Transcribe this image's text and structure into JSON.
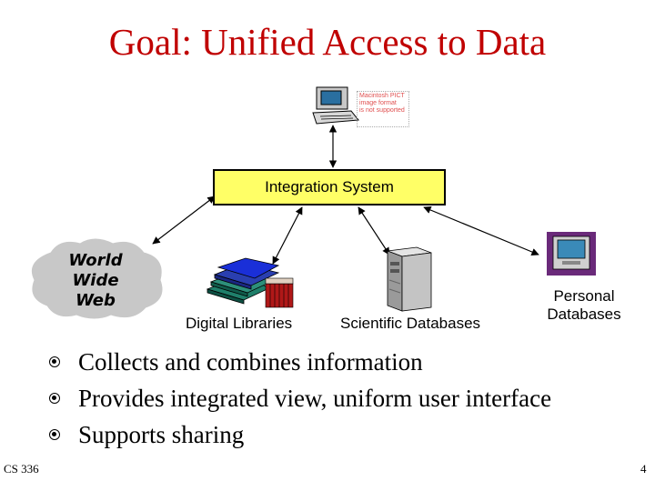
{
  "slide": {
    "title": "Goal: Unified Access to Data",
    "footer_left": "CS 336",
    "page_number": "4"
  },
  "diagram": {
    "center_node": "Integration System",
    "terminal_note": [
      "Macintosh PICT",
      "image format",
      "is not supported"
    ],
    "sources": {
      "www": [
        "World",
        "Wide",
        "Web"
      ],
      "digital_libraries": "Digital Libraries",
      "scientific_databases": "Scientific Databases",
      "personal_databases": [
        "Personal",
        "Databases"
      ]
    }
  },
  "bullets": [
    "Collects and combines information",
    "Provides integrated view, uniform user interface",
    "Supports sharing"
  ],
  "colors": {
    "title": "#c00000",
    "integration_box": "#ffff66",
    "cloud": "#c8c8c8",
    "monitor_frame": "#6a2a7a"
  }
}
